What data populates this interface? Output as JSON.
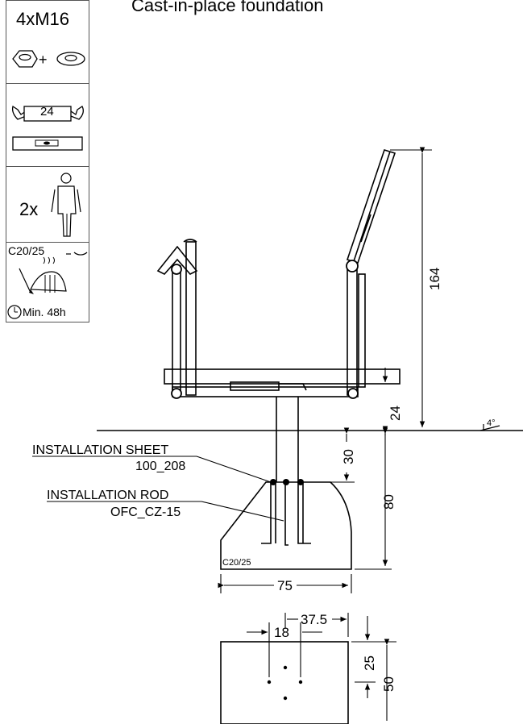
{
  "title": "Cast-in-place foundation",
  "sidebar": {
    "bolts": "4xM16",
    "wrench_size": "24",
    "workers": "2x",
    "concrete_class": "C20/25",
    "cure_time": "Min. 48h"
  },
  "labels": {
    "sheet_title": "INSTALLATION SHEET",
    "sheet_code": "100_208",
    "rod_title": "INSTALLATION ROD",
    "rod_code": "OFC_CZ-15",
    "footing_grade": "C20/25"
  },
  "dimensions": {
    "height": "164",
    "seat_height": "24",
    "embed_depth": "30",
    "footing_depth": "80",
    "footing_width": "75",
    "hole_spacing_outer": "37.5",
    "hole_spacing_inner": "18",
    "hole_offset": "25",
    "plan_depth": "50",
    "angle": "4°"
  }
}
